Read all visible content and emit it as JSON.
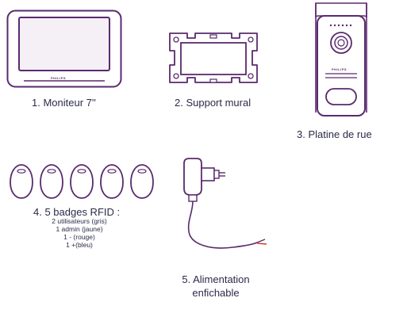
{
  "items": [
    {
      "caption": "1. Moniteur 7''",
      "brand": "PHILIPS"
    },
    {
      "caption": "2. Support mural"
    },
    {
      "caption": "3. Platine de rue",
      "brand": "PHILIPS"
    },
    {
      "caption": "4. 5 badges RFID :",
      "details": [
        "2 utilisateurs (gris)",
        "1 admin (jaune)",
        "1 - (rouge)",
        "1 +(bleu)"
      ],
      "count": 5
    },
    {
      "caption_lines": [
        "5. Alimentation",
        "enfichable"
      ]
    }
  ],
  "colors": {
    "outline": "#5a2a6e",
    "screen_fill": "#f4f0f6",
    "text": "#2b2b4a",
    "wire_red": "#d23a2e"
  }
}
